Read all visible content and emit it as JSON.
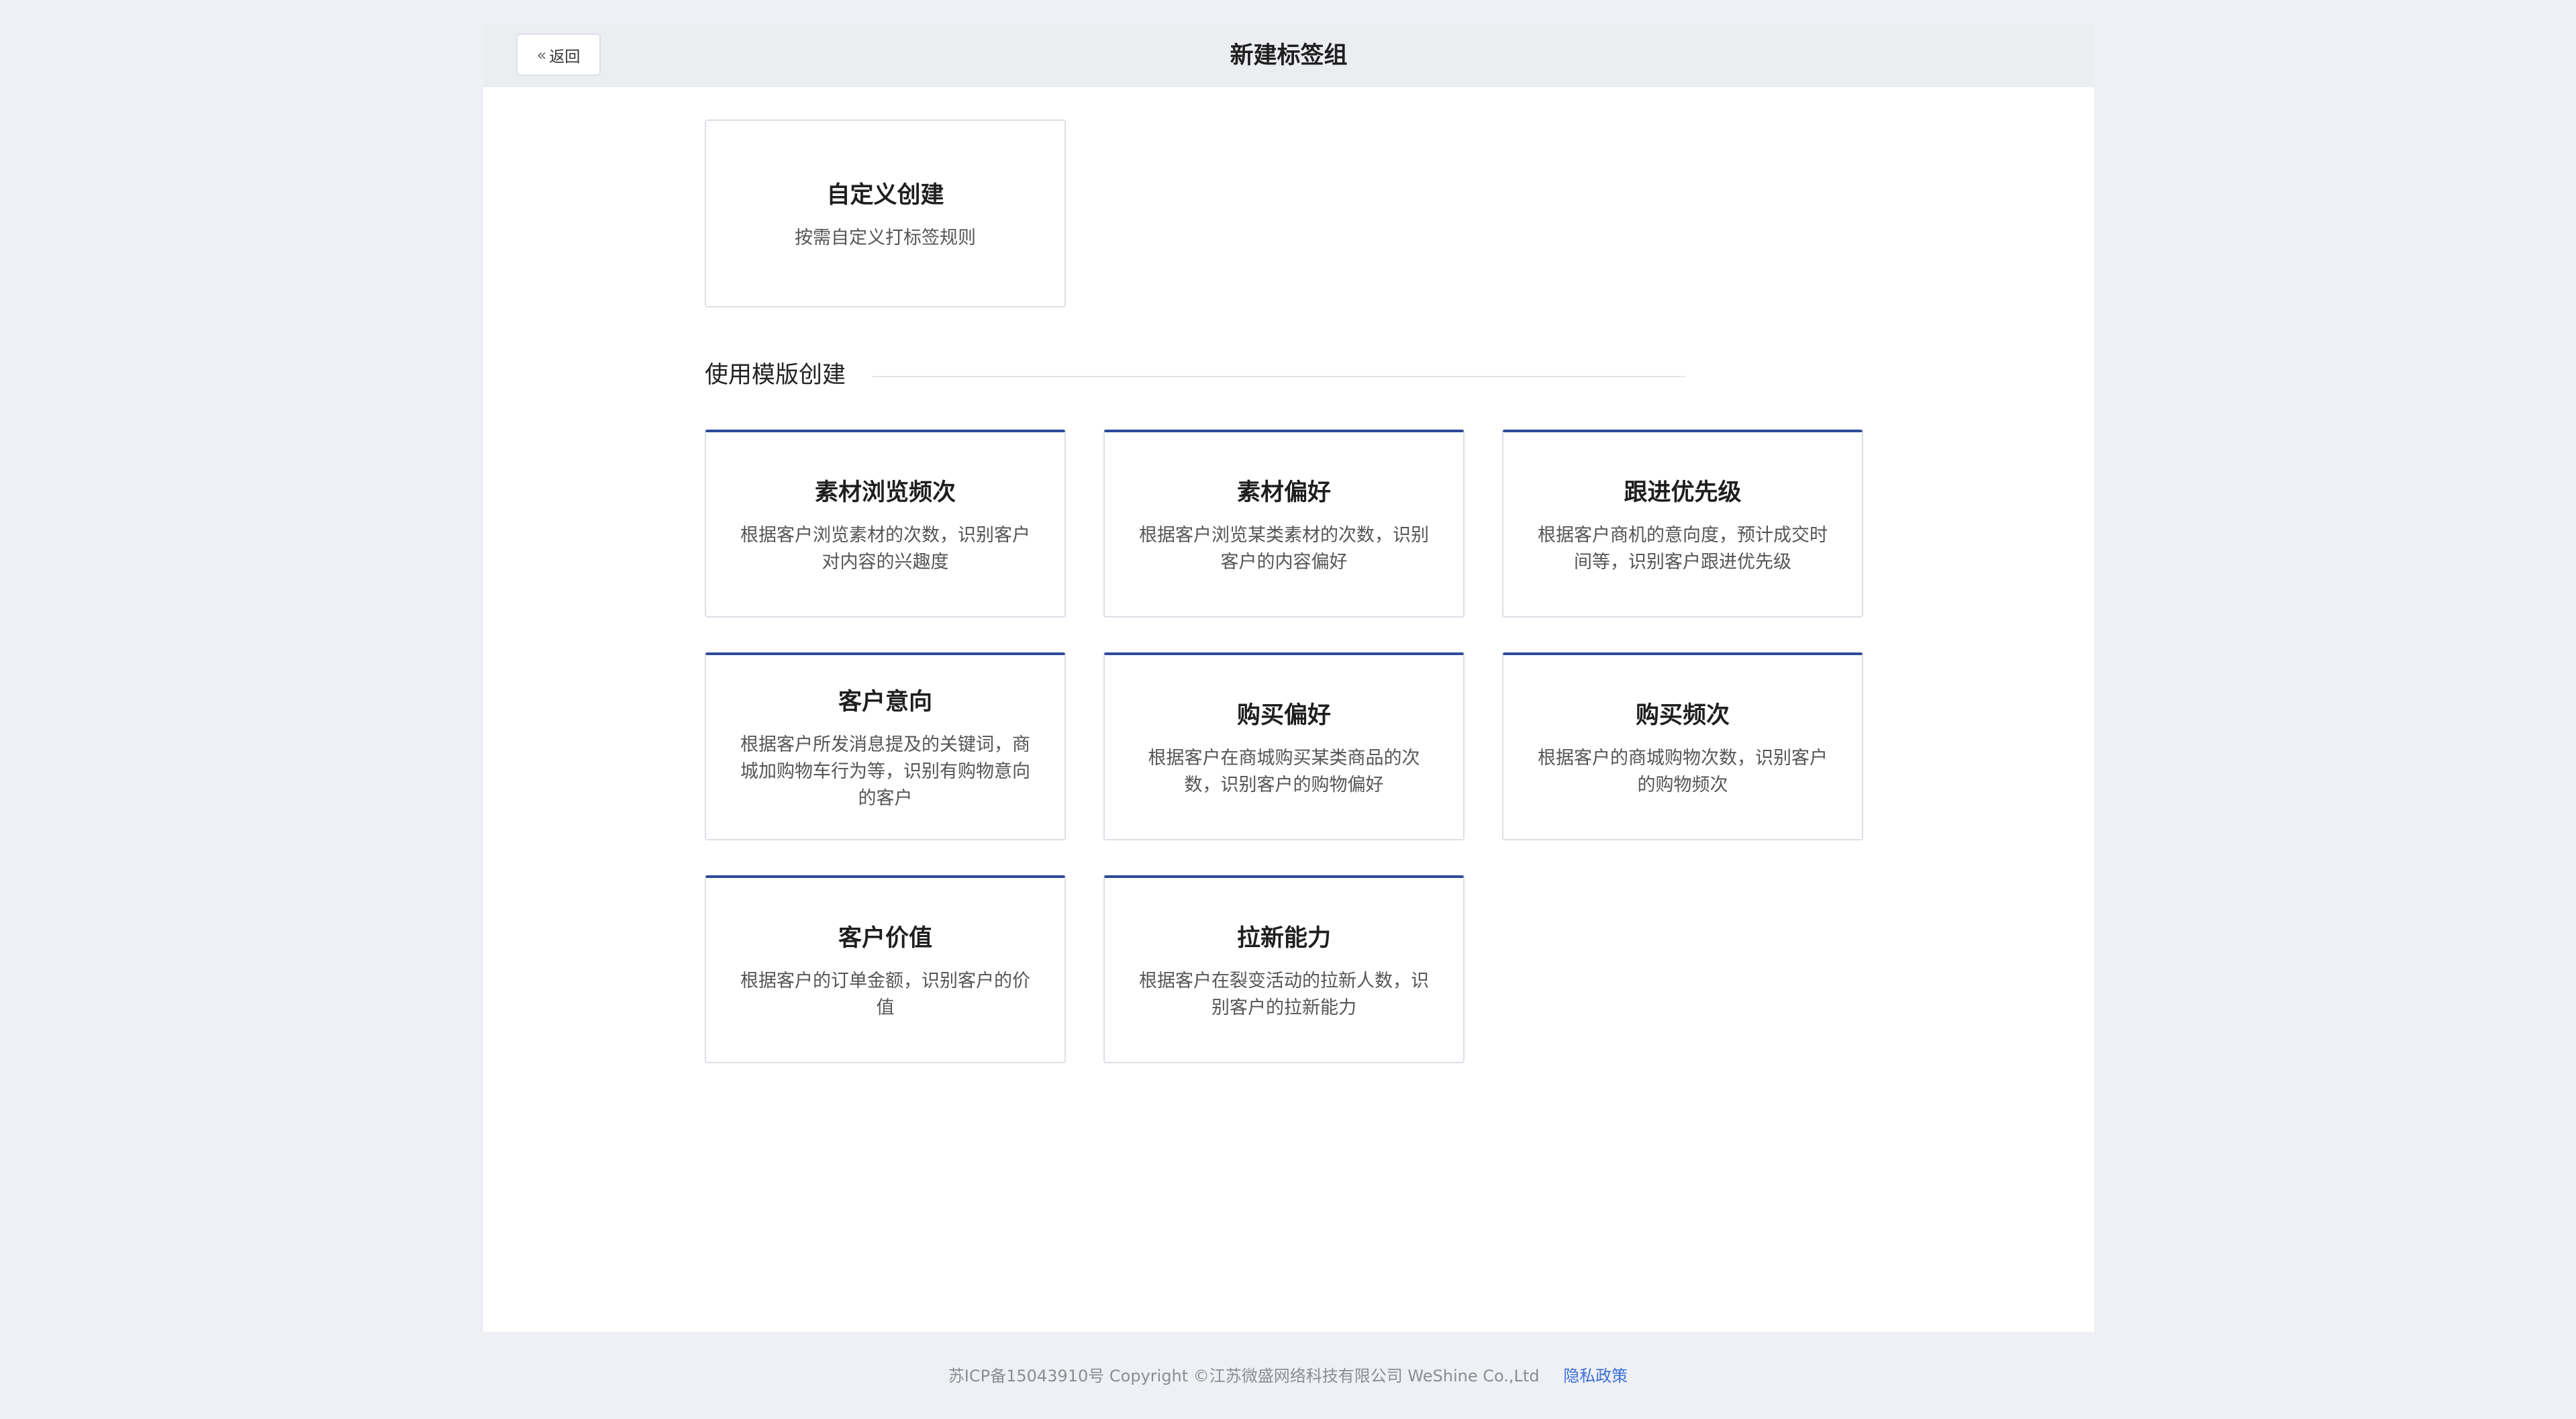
{
  "header": {
    "back_label": "返回",
    "title": "新建标签组"
  },
  "custom": {
    "title": "自定义创建",
    "desc": "按需自定义打标签规则"
  },
  "templates_section": {
    "title": "使用模版创建"
  },
  "templates": [
    {
      "title": "素材浏览频次",
      "desc": "根据客户浏览素材的次数，识别客户对内容的兴趣度"
    },
    {
      "title": "素材偏好",
      "desc": "根据客户浏览某类素材的次数，识别客户的内容偏好"
    },
    {
      "title": "跟进优先级",
      "desc": "根据客户商机的意向度，预计成交时间等，识别客户跟进优先级"
    },
    {
      "title": "客户意向",
      "desc": "根据客户所发消息提及的关键词，商城加购物车行为等，识别有购物意向的客户"
    },
    {
      "title": "购买偏好",
      "desc": "根据客户在商城购买某类商品的次数，识别客户的购物偏好"
    },
    {
      "title": "购买频次",
      "desc": "根据客户的商城购物次数，识别客户的购物频次"
    },
    {
      "title": "客户价值",
      "desc": "根据客户的订单金额，识别客户的价值"
    },
    {
      "title": "拉新能力",
      "desc": "根据客户在裂变活动的拉新人数，识别客户的拉新能力"
    }
  ],
  "footer": {
    "copyright": "苏ICP备15043910号 Copyright ©江苏微盛网络科技有限公司 WeShine Co.,Ltd",
    "privacy_link": "隐私政策"
  }
}
